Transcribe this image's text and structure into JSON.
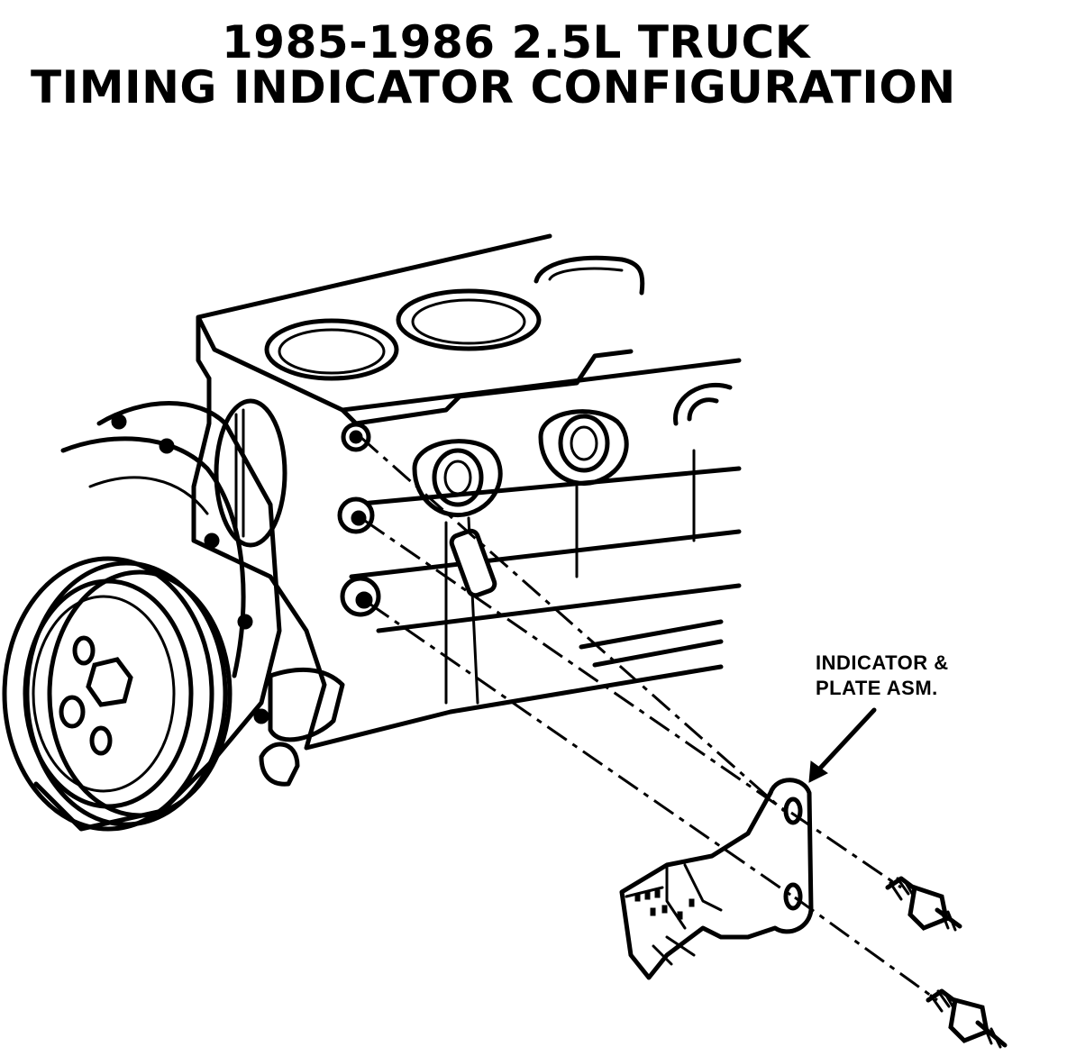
{
  "title": {
    "line1": "1985-1986 2.5L TRUCK",
    "line2": "TIMING INDICATOR CONFIGURATION"
  },
  "callout": {
    "line1": "INDICATOR &",
    "line2": "PLATE ASM."
  },
  "colors": {
    "ink": "#000000",
    "paper": "#ffffff"
  }
}
